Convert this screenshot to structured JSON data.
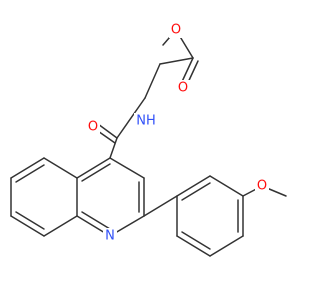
{
  "colors": {
    "bond": "#333333",
    "oxygen": "#ff0d0d",
    "nitrogen": "#3050f8",
    "background": "#ffffff"
  },
  "atoms": {
    "ester_methoxy_o": "O",
    "ester_carbonyl_o": "O",
    "amide_n": "NH",
    "amide_carbonyl_o": "O",
    "quinoline_n": "N",
    "aryl_methoxy_o": "O"
  }
}
